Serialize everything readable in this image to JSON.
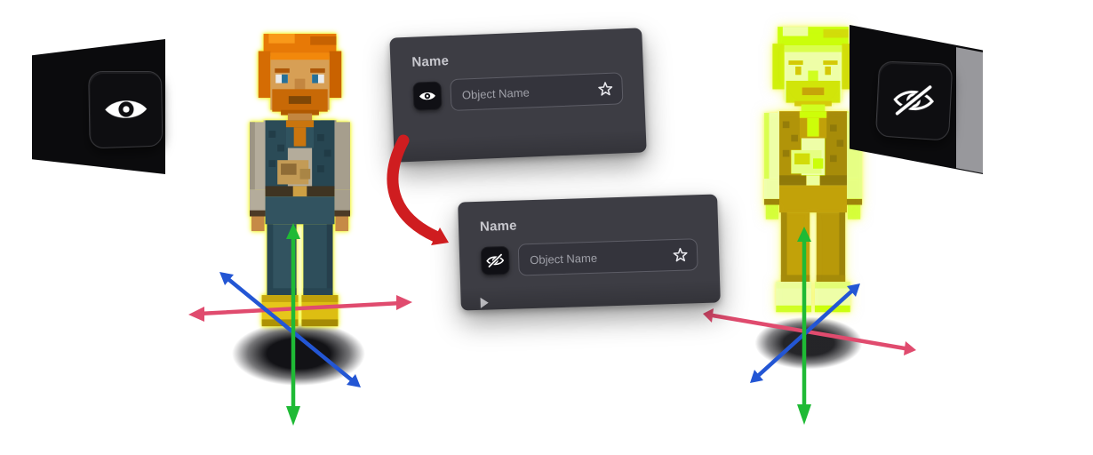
{
  "panels": {
    "visible": {
      "section_label": "Name",
      "object_name": "Object Name",
      "visibility_icon": "eye-icon",
      "state": "visible"
    },
    "hidden": {
      "section_label": "Name",
      "object_name": "Object Name",
      "visibility_icon": "eye-off-icon",
      "state": "hidden"
    }
  },
  "side_buttons": {
    "left": {
      "icon": "eye-icon"
    },
    "right": {
      "icon": "eye-off-icon"
    }
  },
  "colors": {
    "panel-bg": "#3d3d44",
    "input-border": "#5d5d66",
    "accent-yellow": "#f5f93c",
    "arrow-red": "#cf1d20",
    "axis-x": "#e04b6e",
    "axis-y": "#1fba35",
    "axis-z": "#2356d4"
  }
}
